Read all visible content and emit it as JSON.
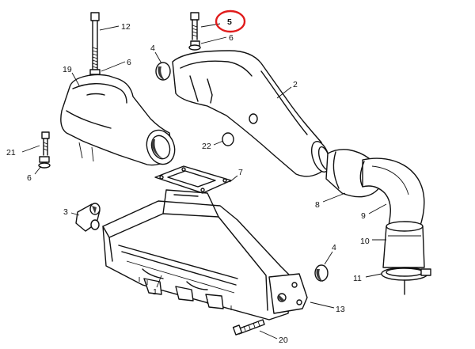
{
  "callouts": [
    {
      "id": "1",
      "label": "1"
    },
    {
      "id": "2",
      "label": "2"
    },
    {
      "id": "3",
      "label": "3"
    },
    {
      "id": "4a",
      "label": "4"
    },
    {
      "id": "4b",
      "label": "4"
    },
    {
      "id": "5",
      "label": "5",
      "highlighted": true
    },
    {
      "id": "6a",
      "label": "6"
    },
    {
      "id": "6b",
      "label": "6"
    },
    {
      "id": "6c",
      "label": "6"
    },
    {
      "id": "7",
      "label": "7"
    },
    {
      "id": "8",
      "label": "8"
    },
    {
      "id": "9",
      "label": "9"
    },
    {
      "id": "10",
      "label": "10"
    },
    {
      "id": "11",
      "label": "11"
    },
    {
      "id": "12",
      "label": "12"
    },
    {
      "id": "13",
      "label": "13"
    },
    {
      "id": "19",
      "label": "19"
    },
    {
      "id": "20",
      "label": "20"
    },
    {
      "id": "21",
      "label": "21"
    },
    {
      "id": "22",
      "label": "22"
    }
  ],
  "colors": {
    "line": "#111111",
    "highlight": "#e01b1b",
    "background": "#ffffff"
  }
}
